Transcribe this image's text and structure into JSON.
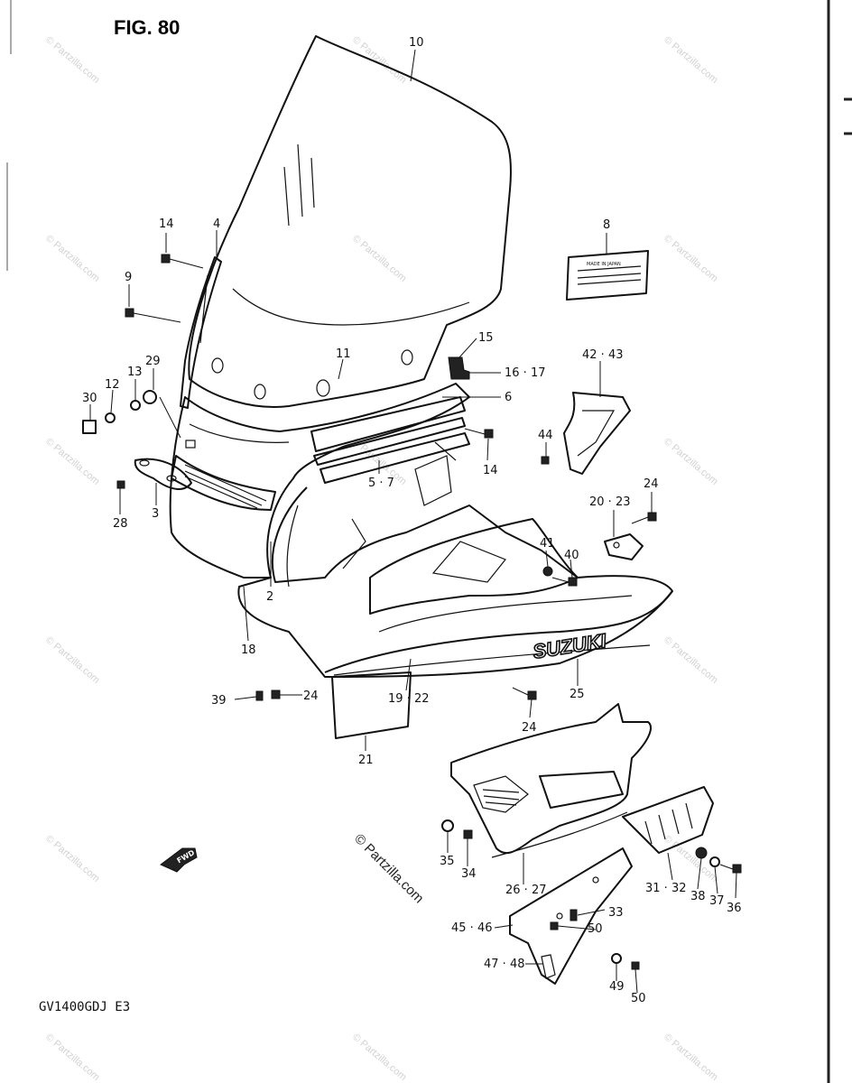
{
  "figure": {
    "title": "FIG. 80",
    "footer_code": "GV1400GDJ  E3",
    "fwd_marker": "FWD"
  },
  "watermark": {
    "text": "© Partzilla.com",
    "center_text": "© Partzilla.com"
  },
  "part_labels": [
    {
      "id": "p10",
      "text": "10"
    },
    {
      "id": "p14a",
      "text": "14"
    },
    {
      "id": "p4",
      "text": "4"
    },
    {
      "id": "p9",
      "text": "9"
    },
    {
      "id": "p8",
      "text": "8"
    },
    {
      "id": "p15",
      "text": "15"
    },
    {
      "id": "p11",
      "text": "11"
    },
    {
      "id": "p1617",
      "text": "16 · 17"
    },
    {
      "id": "p29",
      "text": "29"
    },
    {
      "id": "p13",
      "text": "13"
    },
    {
      "id": "p12",
      "text": "12"
    },
    {
      "id": "p30",
      "text": "30"
    },
    {
      "id": "p6",
      "text": "6"
    },
    {
      "id": "p4243",
      "text": "42 · 43"
    },
    {
      "id": "p44",
      "text": "44"
    },
    {
      "id": "p14b",
      "text": "14"
    },
    {
      "id": "p57",
      "text": "5 · 7"
    },
    {
      "id": "p28",
      "text": "28"
    },
    {
      "id": "p3",
      "text": "3"
    },
    {
      "id": "p24a",
      "text": "24"
    },
    {
      "id": "p2023",
      "text": "20 · 23"
    },
    {
      "id": "p41",
      "text": "41"
    },
    {
      "id": "p40",
      "text": "40"
    },
    {
      "id": "p2",
      "text": "2"
    },
    {
      "id": "p18",
      "text": "18"
    },
    {
      "id": "p25",
      "text": "25"
    },
    {
      "id": "p39",
      "text": "39"
    },
    {
      "id": "p24b",
      "text": "24"
    },
    {
      "id": "p1922",
      "text": "19 · 22"
    },
    {
      "id": "p24c",
      "text": "24"
    },
    {
      "id": "p21",
      "text": "21"
    },
    {
      "id": "p35",
      "text": "35"
    },
    {
      "id": "p34",
      "text": "34"
    },
    {
      "id": "p2627",
      "text": "26 · 27"
    },
    {
      "id": "p3132",
      "text": "31 · 32"
    },
    {
      "id": "p38",
      "text": "38"
    },
    {
      "id": "p37",
      "text": "37"
    },
    {
      "id": "p36",
      "text": "36"
    },
    {
      "id": "p33",
      "text": "33"
    },
    {
      "id": "p4546",
      "text": "45 · 46"
    },
    {
      "id": "p50a",
      "text": "50"
    },
    {
      "id": "p4748",
      "text": "47 · 48"
    },
    {
      "id": "p49",
      "text": "49"
    },
    {
      "id": "p50b",
      "text": "50"
    }
  ],
  "logo_text": "SUZUKI",
  "label_plate_text": "MADE IN JAPAN",
  "colors": {
    "ink": "#111111",
    "paper": "#ffffff",
    "watermark": "#d2d2d2"
  }
}
